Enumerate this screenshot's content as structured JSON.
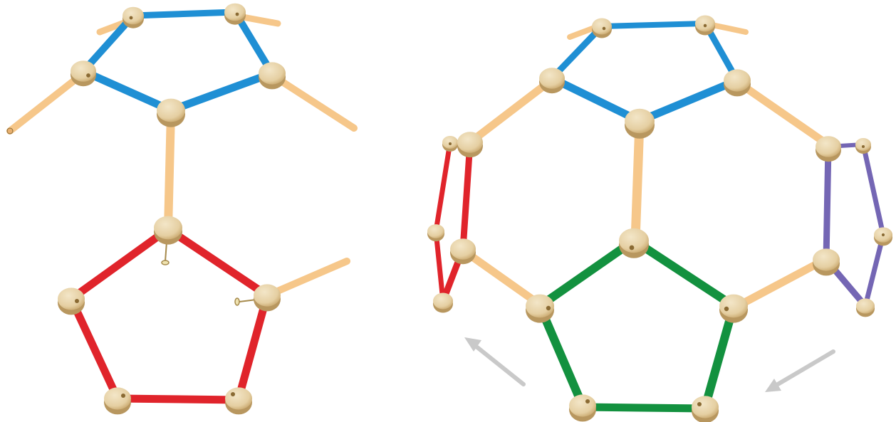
{
  "colors": {
    "background": "#ffffff",
    "blue": "#1f8fd4",
    "red": "#e0242b",
    "green": "#13913f",
    "purple": "#7466b4",
    "tan": "#f6c78a",
    "tan_end": "#e8b070",
    "ball": "#ead6b0",
    "ball_shadow": "#b8975f",
    "hole": "#8a6a33",
    "arrow": "#c9c9c9"
  },
  "left_model": {
    "pentagons": [
      {
        "name": "top-pentagon",
        "color": "blue",
        "nodes": 5
      },
      {
        "name": "bottom-pentagon",
        "color": "red",
        "nodes": 5
      }
    ],
    "connector_color": "tan"
  },
  "right_model": {
    "pentagons": [
      {
        "name": "top-pentagon",
        "color": "blue",
        "nodes": 5
      },
      {
        "name": "left-pentagon",
        "color": "red",
        "nodes": 5
      },
      {
        "name": "right-pentagon",
        "color": "purple",
        "nodes": 5
      },
      {
        "name": "bottom-pentagon",
        "color": "green",
        "nodes": 5
      }
    ],
    "connector_color": "tan",
    "arrows": [
      {
        "name": "left-arrow",
        "direction": "up-left"
      },
      {
        "name": "right-arrow",
        "direction": "down-left"
      }
    ]
  }
}
